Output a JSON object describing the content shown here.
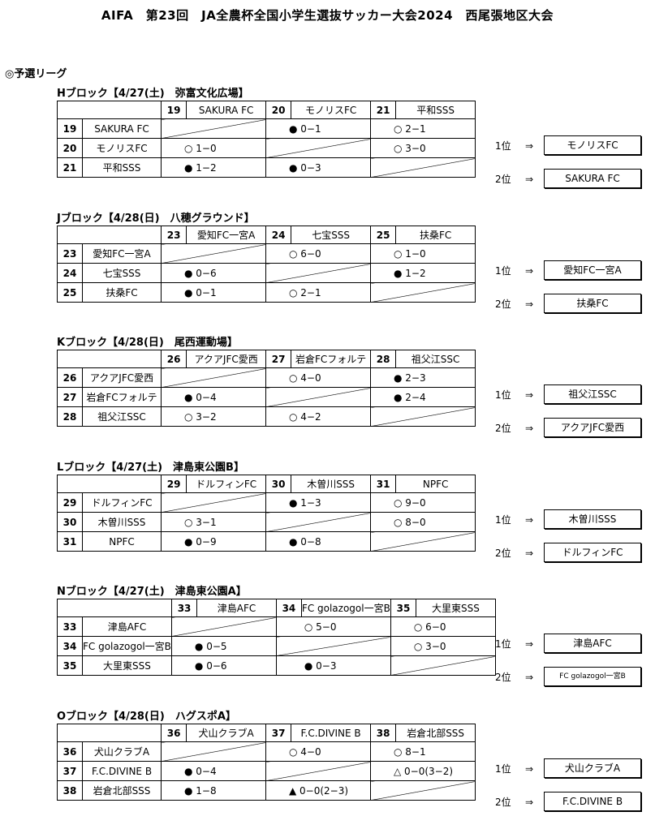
{
  "title": "AIFA　第23回　JA全農杯全国小学生選抜サッカー大会2024　西尾張地区大会",
  "section": "◎予選リーグ",
  "blocks": [
    {
      "title": "Hブロック【4/27(土)　弥富文化広場】",
      "teams": [
        {
          "num": "19",
          "name": "SAKURA FC"
        },
        {
          "num": "20",
          "name": "モノリスFC"
        },
        {
          "num": "21",
          "name": "平和SSS"
        }
      ],
      "results": [
        [
          "",
          "● 0−1",
          "○ 2−1"
        ],
        [
          "○ 1−0",
          "",
          "○ 3−0"
        ],
        [
          "● 1−2",
          "● 0−3",
          ""
        ]
      ],
      "first": {
        "pos": "1位",
        "arrow": "⇒",
        "team": "モノリスFC"
      },
      "second": {
        "pos": "2位",
        "arrow": "⇒",
        "team": "SAKURA FC"
      }
    },
    {
      "title": "Jブロック【4/28(日)　八穂グラウンド】",
      "teams": [
        {
          "num": "23",
          "name": "愛知FC一宮A"
        },
        {
          "num": "24",
          "name": "七宝SSS"
        },
        {
          "num": "25",
          "name": "扶桑FC"
        }
      ],
      "results": [
        [
          "",
          "○ 6−0",
          "○ 1−0"
        ],
        [
          "● 0−6",
          "",
          "● 1−2"
        ],
        [
          "● 0−1",
          "○ 2−1",
          ""
        ]
      ],
      "first": {
        "pos": "1位",
        "arrow": "⇒",
        "team": "愛知FC一宮A"
      },
      "second": {
        "pos": "2位",
        "arrow": "⇒",
        "team": "扶桑FC"
      }
    },
    {
      "title": "Kブロック【4/28(日)　尾西運動場】",
      "teams": [
        {
          "num": "26",
          "name": "アクアJFC愛西"
        },
        {
          "num": "27",
          "name": "岩倉FCフォルテ"
        },
        {
          "num": "28",
          "name": "祖父江SSC"
        }
      ],
      "results": [
        [
          "",
          "○ 4−0",
          "● 2−3"
        ],
        [
          "● 0−4",
          "",
          "● 2−4"
        ],
        [
          "○ 3−2",
          "○ 4−2",
          ""
        ]
      ],
      "first": {
        "pos": "1位",
        "arrow": "⇒",
        "team": "祖父江SSC"
      },
      "second": {
        "pos": "2位",
        "arrow": "⇒",
        "team": "アクアJFC愛西"
      }
    },
    {
      "title": "Lブロック【4/27(土)　津島東公園B】",
      "teams": [
        {
          "num": "29",
          "name": "ドルフィンFC"
        },
        {
          "num": "30",
          "name": "木曽川SSS"
        },
        {
          "num": "31",
          "name": "NPFC"
        }
      ],
      "results": [
        [
          "",
          "● 1−3",
          "○ 9−0"
        ],
        [
          "○ 3−1",
          "",
          "○ 8−0"
        ],
        [
          "● 0−9",
          "● 0−8",
          ""
        ]
      ],
      "first": {
        "pos": "1位",
        "arrow": "⇒",
        "team": "木曽川SSS"
      },
      "second": {
        "pos": "2位",
        "arrow": "⇒",
        "team": "ドルフィンFC"
      }
    },
    {
      "title": "Nブロック【4/27(土)　津島東公園A】",
      "teams": [
        {
          "num": "33",
          "name": "津島AFC"
        },
        {
          "num": "34",
          "name": "FC golazogol一宮B"
        },
        {
          "num": "35",
          "name": "大里東SSS"
        }
      ],
      "results": [
        [
          "",
          "○ 5−0",
          "○ 6−0"
        ],
        [
          "● 0−5",
          "",
          "○ 3−0"
        ],
        [
          "● 0−6",
          "● 0−3",
          ""
        ]
      ],
      "first": {
        "pos": "1位",
        "arrow": "⇒",
        "team": "津島AFC"
      },
      "second": {
        "pos": "2位",
        "arrow": "⇒",
        "team": "FC golazogol一宮B"
      }
    },
    {
      "title": "Oブロック【4/28(日)　ハグスポA】",
      "teams": [
        {
          "num": "36",
          "name": "犬山クラブA"
        },
        {
          "num": "37",
          "name": "F.C.DIVINE B"
        },
        {
          "num": "38",
          "name": "岩倉北部SSS"
        }
      ],
      "results": [
        [
          "",
          "○ 4−0",
          "○ 8−1"
        ],
        [
          "● 0−4",
          "",
          "△ 0−0(3−2)"
        ],
        [
          "● 1−8",
          "▲ 0−0(2−3)",
          ""
        ]
      ],
      "first": {
        "pos": "1位",
        "arrow": "⇒",
        "team": "犬山クラブA"
      },
      "second": {
        "pos": "2位",
        "arrow": "⇒",
        "team": "F.C.DIVINE B"
      }
    }
  ]
}
